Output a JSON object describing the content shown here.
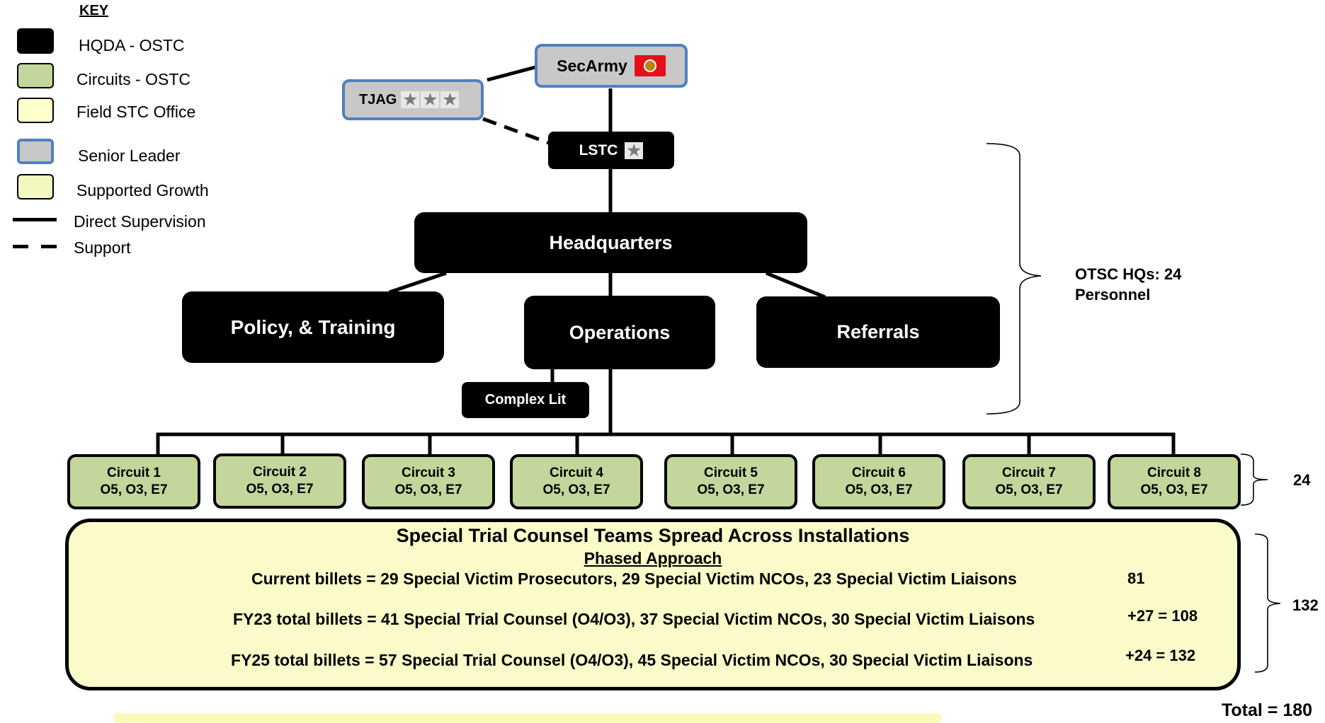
{
  "key": {
    "title": "KEY",
    "items": [
      {
        "label": "HQDA - OSTC",
        "swatch": "#000000"
      },
      {
        "label": "Circuits - OSTC",
        "swatch": "#c3d69b"
      },
      {
        "label": "Field STC Office",
        "swatch": "#ffffcc"
      },
      {
        "label": "Senior Leader",
        "swatch": "#c8c8c8",
        "border": "#4f81bd"
      },
      {
        "label": "Supported Growth",
        "swatch": "#f3f7c0"
      },
      {
        "label": "Direct Supervision"
      },
      {
        "label": "Support"
      }
    ]
  },
  "org": {
    "secarmy": "SecArmy",
    "tjag": "TJAG",
    "lstc": "LSTC",
    "headquarters": "Headquarters",
    "policy": "Policy, & Training",
    "operations": "Operations",
    "referrals": "Referrals",
    "complex_lit": "Complex  Lit"
  },
  "circuits": [
    {
      "name": "Circuit 1",
      "staff": "O5, O3, E7"
    },
    {
      "name": "Circuit 2",
      "staff": "O5, O3, E7"
    },
    {
      "name": "Circuit 3",
      "staff": "O5, O3, E7"
    },
    {
      "name": "Circuit 4",
      "staff": "O5, O3, E7"
    },
    {
      "name": "Circuit 5",
      "staff": "O5, O3, E7"
    },
    {
      "name": "Circuit 6",
      "staff": "O5, O3, E7"
    },
    {
      "name": "Circuit 7",
      "staff": "O5, O3, E7"
    },
    {
      "name": "Circuit 8",
      "staff": "O5, O3, E7"
    }
  ],
  "hq_total": {
    "line1": "OTSC HQs:  24",
    "line2": "Personnel"
  },
  "circuits_total": "24",
  "teams": {
    "title": "Special Trial Counsel Teams Spread Across Installations",
    "subtitle": "Phased Approach",
    "rows": [
      {
        "text": "Current billets = 29 Special Victim Prosecutors, 29 Special Victim NCOs, 23 Special Victim Liaisons",
        "count": "81"
      },
      {
        "text": "FY23 total billets = 41 Special Trial Counsel (O4/O3), 37 Special Victim NCOs, 30 Special Victim Liaisons",
        "count": "+27  = 108"
      },
      {
        "text": "FY25 total billets  = 57 Special Trial Counsel (O4/O3), 45 Special Victim NCOs, 30 Special Victim Liaisons",
        "count": "+24  = 132"
      }
    ],
    "total": "132"
  },
  "grand_total": "Total = 180"
}
